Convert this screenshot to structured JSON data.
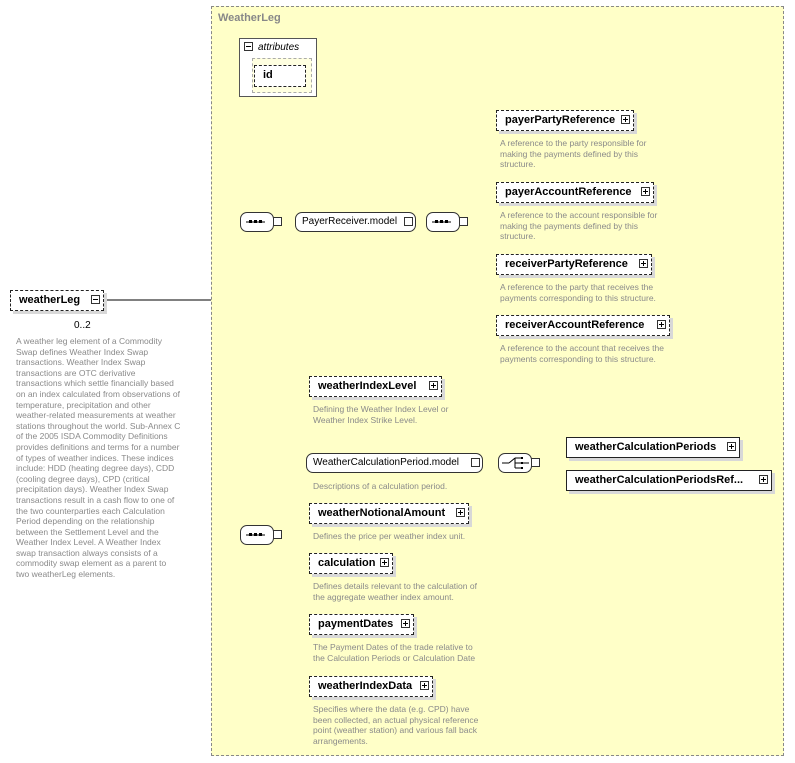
{
  "type": {
    "title": "WeatherLeg",
    "attributes_label": "attributes",
    "attribute_id": "id"
  },
  "root": {
    "name": "weatherLeg",
    "cardinality": "0..2",
    "description": [
      "A weather leg element of a Commodity",
      "Swap defines Weather Index Swap",
      "transactions. Weather Index Swap",
      "transactions are OTC derivative",
      "transactions which settle financially based",
      "on an index calculated from observations of",
      "temperature, precipitation and other",
      "weather-related measurements at weather",
      "stations throughout the world. Sub-Annex C",
      "of the 2005 ISDA Commodity Definitions",
      "provides definitions and terms for a number",
      "of types of weather indices. These indices",
      "include: HDD (heating degree days), CDD",
      "(cooling degree days), CPD (critical",
      "precipitation days). Weather Index Swap",
      "transactions result in a cash flow to one of",
      "the two counterparties each Calculation",
      "Period depending on the relationship",
      "between the Settlement Level and the",
      "Weather Index Level.  A Weather Index",
      "swap transaction always consists of a",
      "commodity swap element as a parent to",
      "two weatherLeg elements."
    ]
  },
  "payer_receiver": {
    "group_label": "PayerReceiver.model",
    "elements": [
      {
        "name": "payerPartyReference",
        "description": [
          "A reference to the party responsible for",
          "making the payments defined by this",
          "structure."
        ]
      },
      {
        "name": "payerAccountReference",
        "description": [
          "A reference to the account responsible for",
          "making the payments defined by this",
          "structure."
        ]
      },
      {
        "name": "receiverPartyReference",
        "description": [
          "A reference to the party that receives the",
          "payments corresponding to this structure."
        ]
      },
      {
        "name": "receiverAccountReference",
        "description": [
          "A reference to the account that receives the",
          "payments corresponding to this structure."
        ]
      }
    ]
  },
  "main_sequence": {
    "weatherIndexLevel": {
      "name": "weatherIndexLevel",
      "description": [
        "Defining the Weather Index Level or",
        "Weather Index Strike Level."
      ]
    },
    "calc_period_model": {
      "group_label": "WeatherCalculationPeriod.model",
      "description": [
        "Descriptions of a calculation period."
      ],
      "choices": [
        "weatherCalculationPeriods",
        "weatherCalculationPeriodsRef..."
      ]
    },
    "weatherNotionalAmount": {
      "name": "weatherNotionalAmount",
      "description": [
        "Defines the price per weather index unit."
      ]
    },
    "calculation": {
      "name": "calculation",
      "description": [
        "Defines details relevant to the calculation of",
        "the aggregate weather index amount."
      ]
    },
    "paymentDates": {
      "name": "paymentDates",
      "description": [
        "The Payment Dates of the trade relative to",
        "the Calculation Periods or Calculation Date"
      ]
    },
    "weatherIndexData": {
      "name": "weatherIndexData",
      "description": [
        "Specifies where the data (e.g. CPD) have",
        "been collected, an actual physical reference",
        "point (weather station) and various fall back",
        "arrangements."
      ]
    }
  }
}
